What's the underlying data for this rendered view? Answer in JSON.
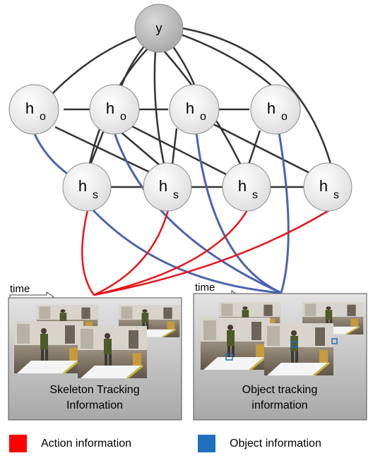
{
  "nodes": {
    "label_y": "y",
    "label_h": "h",
    "sub_o": "o",
    "sub_s": "s"
  },
  "panels": {
    "skeleton": {
      "time_label": "time",
      "caption_line1": "Skeleton Tracking",
      "caption_line2": "Information"
    },
    "object": {
      "time_label": "time",
      "caption_line1": "Object tracking",
      "caption_line2": "information"
    }
  },
  "legend": {
    "action": {
      "label": "Action information",
      "color": "#ff0000"
    },
    "object": {
      "label": "Object information",
      "color": "#1f6fbf"
    }
  },
  "colors": {
    "edge_black": "#333333",
    "edge_red": "#e8141b",
    "edge_blue": "#4a63ad",
    "node_fill": "#f2f2f2",
    "root_fill": "#bfbfbf",
    "panel_fill": "#c0c0c0"
  }
}
